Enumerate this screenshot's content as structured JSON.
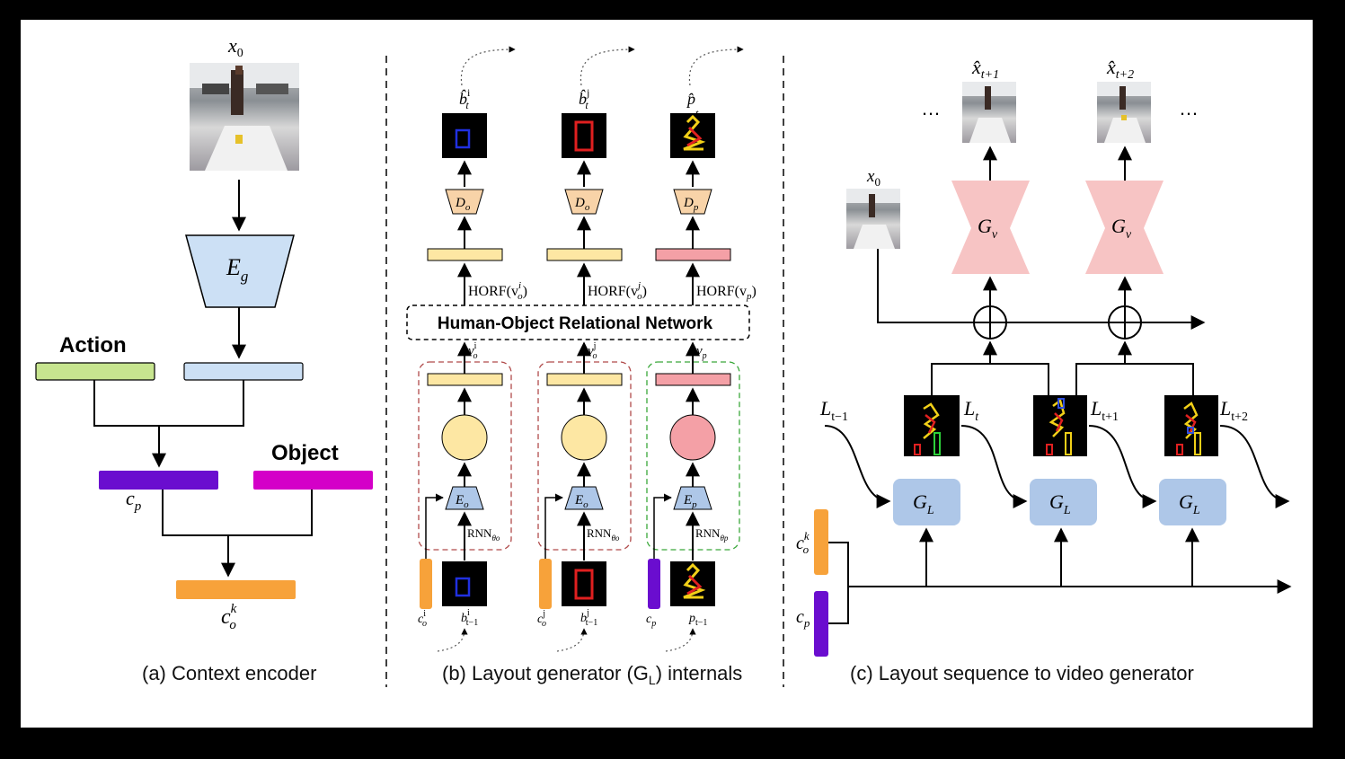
{
  "panels": {
    "a": {
      "caption": "(a) Context encoder",
      "input_label": "x",
      "input_sub": "0",
      "encoder_label": "E",
      "encoder_sub": "g",
      "action_label": "Action",
      "object_label": "Object",
      "cp_label": "c",
      "cp_sub": "p",
      "cok_label": "c",
      "cok_sub": "o",
      "cok_sup": "k"
    },
    "b": {
      "caption_main": "(b) Layout generator (G",
      "caption_sub": "L",
      "caption_end": ") internals",
      "network_label": "Human-Object Relational Network",
      "outputs": [
        {
          "label": "b̂",
          "sub": "t",
          "sup": "i"
        },
        {
          "label": "b̂",
          "sub": "t",
          "sup": "j"
        },
        {
          "label": "p̂",
          "sub": "t",
          "sup": ""
        }
      ],
      "decoders": [
        {
          "label": "D",
          "sub": "o"
        },
        {
          "label": "D",
          "sub": "o"
        },
        {
          "label": "D",
          "sub": "p"
        }
      ],
      "horf": [
        {
          "text": "HORF(v",
          "sub": "o",
          "sup": "i",
          "end": ")"
        },
        {
          "text": "HORF(v",
          "sub": "o",
          "sup": "j",
          "end": ")"
        },
        {
          "text": "HORF(v",
          "sub": "p",
          "sup": "",
          "end": ")"
        }
      ],
      "v_labels": [
        {
          "label": "v",
          "sub": "o",
          "sup": "i"
        },
        {
          "label": "v",
          "sub": "o",
          "sup": "j"
        },
        {
          "label": "v",
          "sub": "p",
          "sup": ""
        }
      ],
      "encoders": [
        {
          "label": "E",
          "sub": "o"
        },
        {
          "label": "E",
          "sub": "o"
        },
        {
          "label": "E",
          "sub": "p"
        }
      ],
      "rnn": [
        {
          "text": "RNN",
          "sub": "θo"
        },
        {
          "text": "RNN",
          "sub": "θo"
        },
        {
          "text": "RNN",
          "sub": "θp"
        }
      ],
      "inputs_c": [
        {
          "label": "c",
          "sub": "o",
          "sup": "i"
        },
        {
          "label": "c",
          "sub": "o",
          "sup": "j"
        },
        {
          "label": "c",
          "sub": "p",
          "sup": ""
        }
      ],
      "inputs_prev": [
        {
          "label": "b",
          "sub": "t−1",
          "sup": "i"
        },
        {
          "label": "b",
          "sub": "t−1",
          "sup": "j"
        },
        {
          "label": "p",
          "sub": "t−1",
          "sup": ""
        }
      ]
    },
    "c": {
      "caption": "(c) Layout sequence to video generator",
      "x0_label": "x",
      "x0_sub": "0",
      "out1_label": "x̂",
      "out1_sub": "t+1",
      "out2_label": "x̂",
      "out2_sub": "t+2",
      "ellipsis": "…",
      "gv_label": "G",
      "gv_sub": "v",
      "gl_label": "G",
      "gl_sub": "L",
      "layouts": [
        {
          "label": "L",
          "sub": "t−1"
        },
        {
          "label": "L",
          "sub": "t"
        },
        {
          "label": "L",
          "sub": "t+1"
        },
        {
          "label": "L",
          "sub": "t+2"
        }
      ],
      "cok_label": "c",
      "cok_sub": "o",
      "cok_sup": "k",
      "cp_label": "c",
      "cp_sub": "p"
    }
  },
  "colors": {
    "action": "#c7e58f",
    "object": "#d400c8",
    "cp": "#6a0dcf",
    "cok": "#f7a23a",
    "encoder_blue": "#cce0f5",
    "feature_yellow": "#fde7a3",
    "feature_red": "#f4a0a6",
    "decoder_orange": "#f8d3a8",
    "gv_pink": "#f7c4c4",
    "gl_blue": "#aec7e8"
  }
}
